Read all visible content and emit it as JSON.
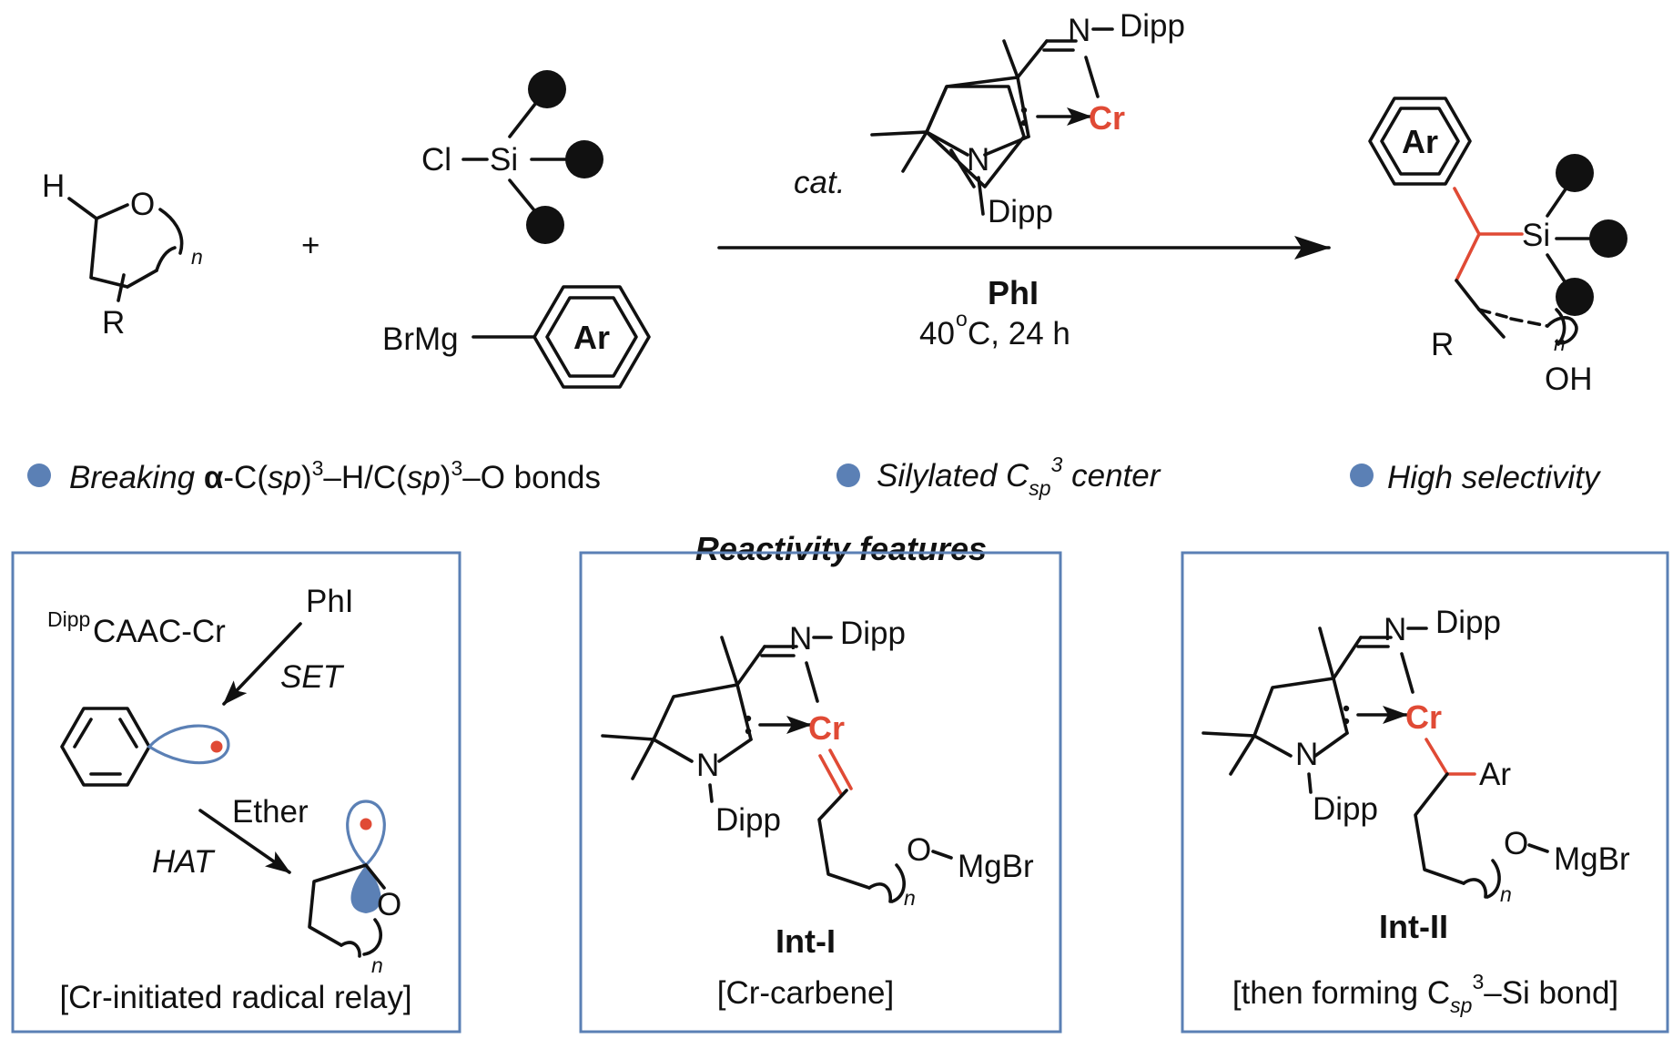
{
  "reaction": {
    "substrate": {
      "h": "H",
      "o": "O",
      "n": "n",
      "r": "R"
    },
    "plus": "+",
    "silane": {
      "cl": "Cl",
      "si": "Si"
    },
    "grignard": {
      "brmg": "BrMg",
      "ar": "Ar"
    },
    "catalyst": {
      "cat": "cat.",
      "n_imine": "N",
      "dipp1": "Dipp",
      "cr": "Cr",
      "n_ring": "N",
      "dipp2": "Dipp"
    },
    "conditions": {
      "reagent": "PhI",
      "temp": "40",
      "deg": "o",
      "temp_unit": "C, 24 h"
    },
    "product": {
      "ar": "Ar",
      "si": "Si",
      "r": "R",
      "n": "n",
      "oh": "OH"
    }
  },
  "bullets": [
    {
      "parts": [
        "Breaking ",
        "α",
        "-C(",
        "sp",
        ")",
        "3",
        "–H/C(",
        "sp",
        ")",
        "3",
        "–O bonds"
      ]
    },
    {
      "parts": [
        "Silylated C",
        "sp",
        "3",
        " center"
      ]
    },
    {
      "parts": [
        "High selectivity"
      ]
    }
  ],
  "section_title": "Reactivity features",
  "panel1": {
    "dipp_sup": "Dipp",
    "caac_cr": "CAAC-Cr",
    "phi": "PhI",
    "set": "SET",
    "ether": "Ether",
    "hat": "HAT",
    "o": "O",
    "n": "n",
    "caption": "[Cr-initiated radical relay]"
  },
  "panel2": {
    "n_imine": "N",
    "dipp1": "Dipp",
    "cr": "Cr",
    "n_ring": "N",
    "dipp2": "Dipp",
    "o": "O",
    "mgbr": "MgBr",
    "n": "n",
    "label": "Int-I",
    "caption": "[Cr-carbene]"
  },
  "panel3": {
    "n_imine": "N",
    "dipp1": "Dipp",
    "cr": "Cr",
    "ar": "Ar",
    "n_ring": "N",
    "dipp2": "Dipp",
    "o": "O",
    "mgbr": "MgBr",
    "n": "n",
    "label": "Int-II",
    "caption_parts": [
      "[then forming C",
      "sp",
      "3",
      "–Si bond]"
    ]
  },
  "colors": {
    "accent_red": "#e04a35",
    "accent_blue": "#5b80b5"
  }
}
